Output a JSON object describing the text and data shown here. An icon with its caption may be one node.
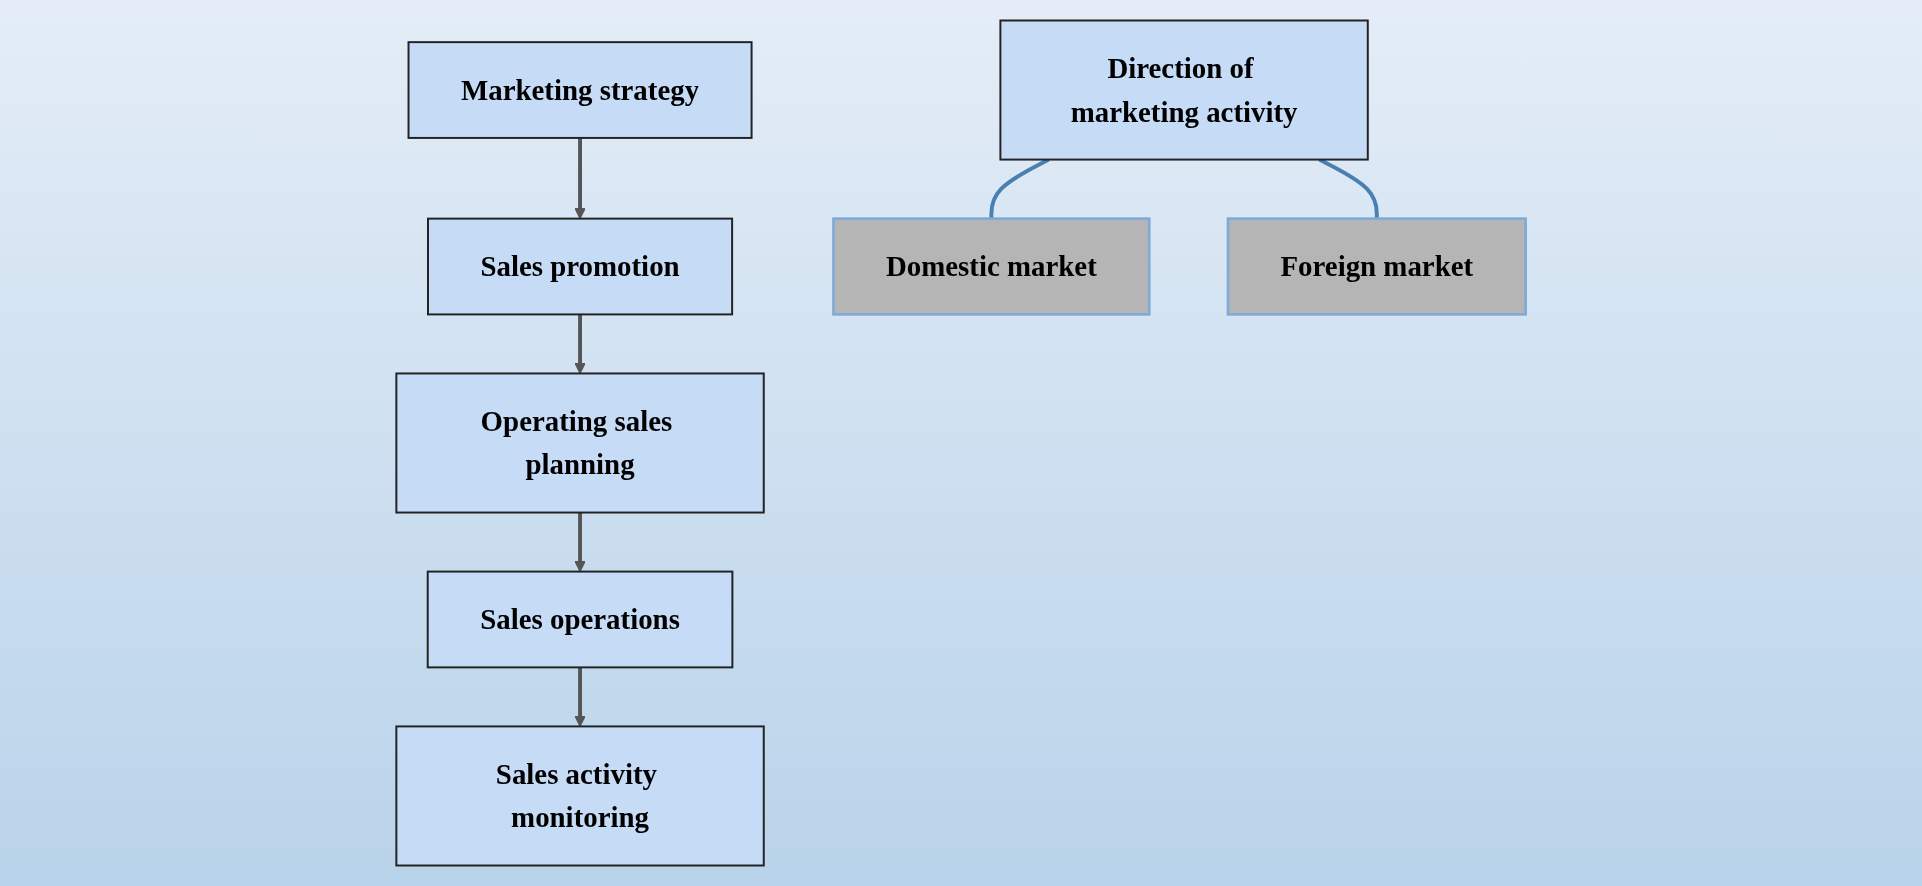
{
  "diagram": {
    "nodes": [
      {
        "text": [
          "Marketing strategy"
        ]
      },
      {
        "text": [
          "Sales promotion"
        ]
      },
      {
        "text": [
          "Operating sales planning"
        ]
      },
      {
        "text": [
          "Sales operations"
        ]
      },
      {
        "text": [
          "Sales activity monitoring"
        ]
      },
      {
        "text": [
          "Direction of marketing activity"
        ]
      },
      {
        "text": [
          "Domestic market"
        ]
      },
      {
        "text": [
          "Foreign market"
        ]
      }
    ],
    "edges": [
      {
        "from": 0,
        "to": 1,
        "arrow": "to"
      },
      {
        "from": 1,
        "to": 2,
        "arrow": "to"
      },
      {
        "from": 2,
        "to": 3,
        "arrow": "to"
      },
      {
        "from": 3,
        "to": 4,
        "arrow": "to"
      },
      {
        "from": 5,
        "to": 6,
        "arrow": "none",
        "color": "#4a7fb0"
      },
      {
        "from": 5,
        "to": 7,
        "arrow": "none",
        "color": "#4a7fb0"
      }
    ]
  }
}
